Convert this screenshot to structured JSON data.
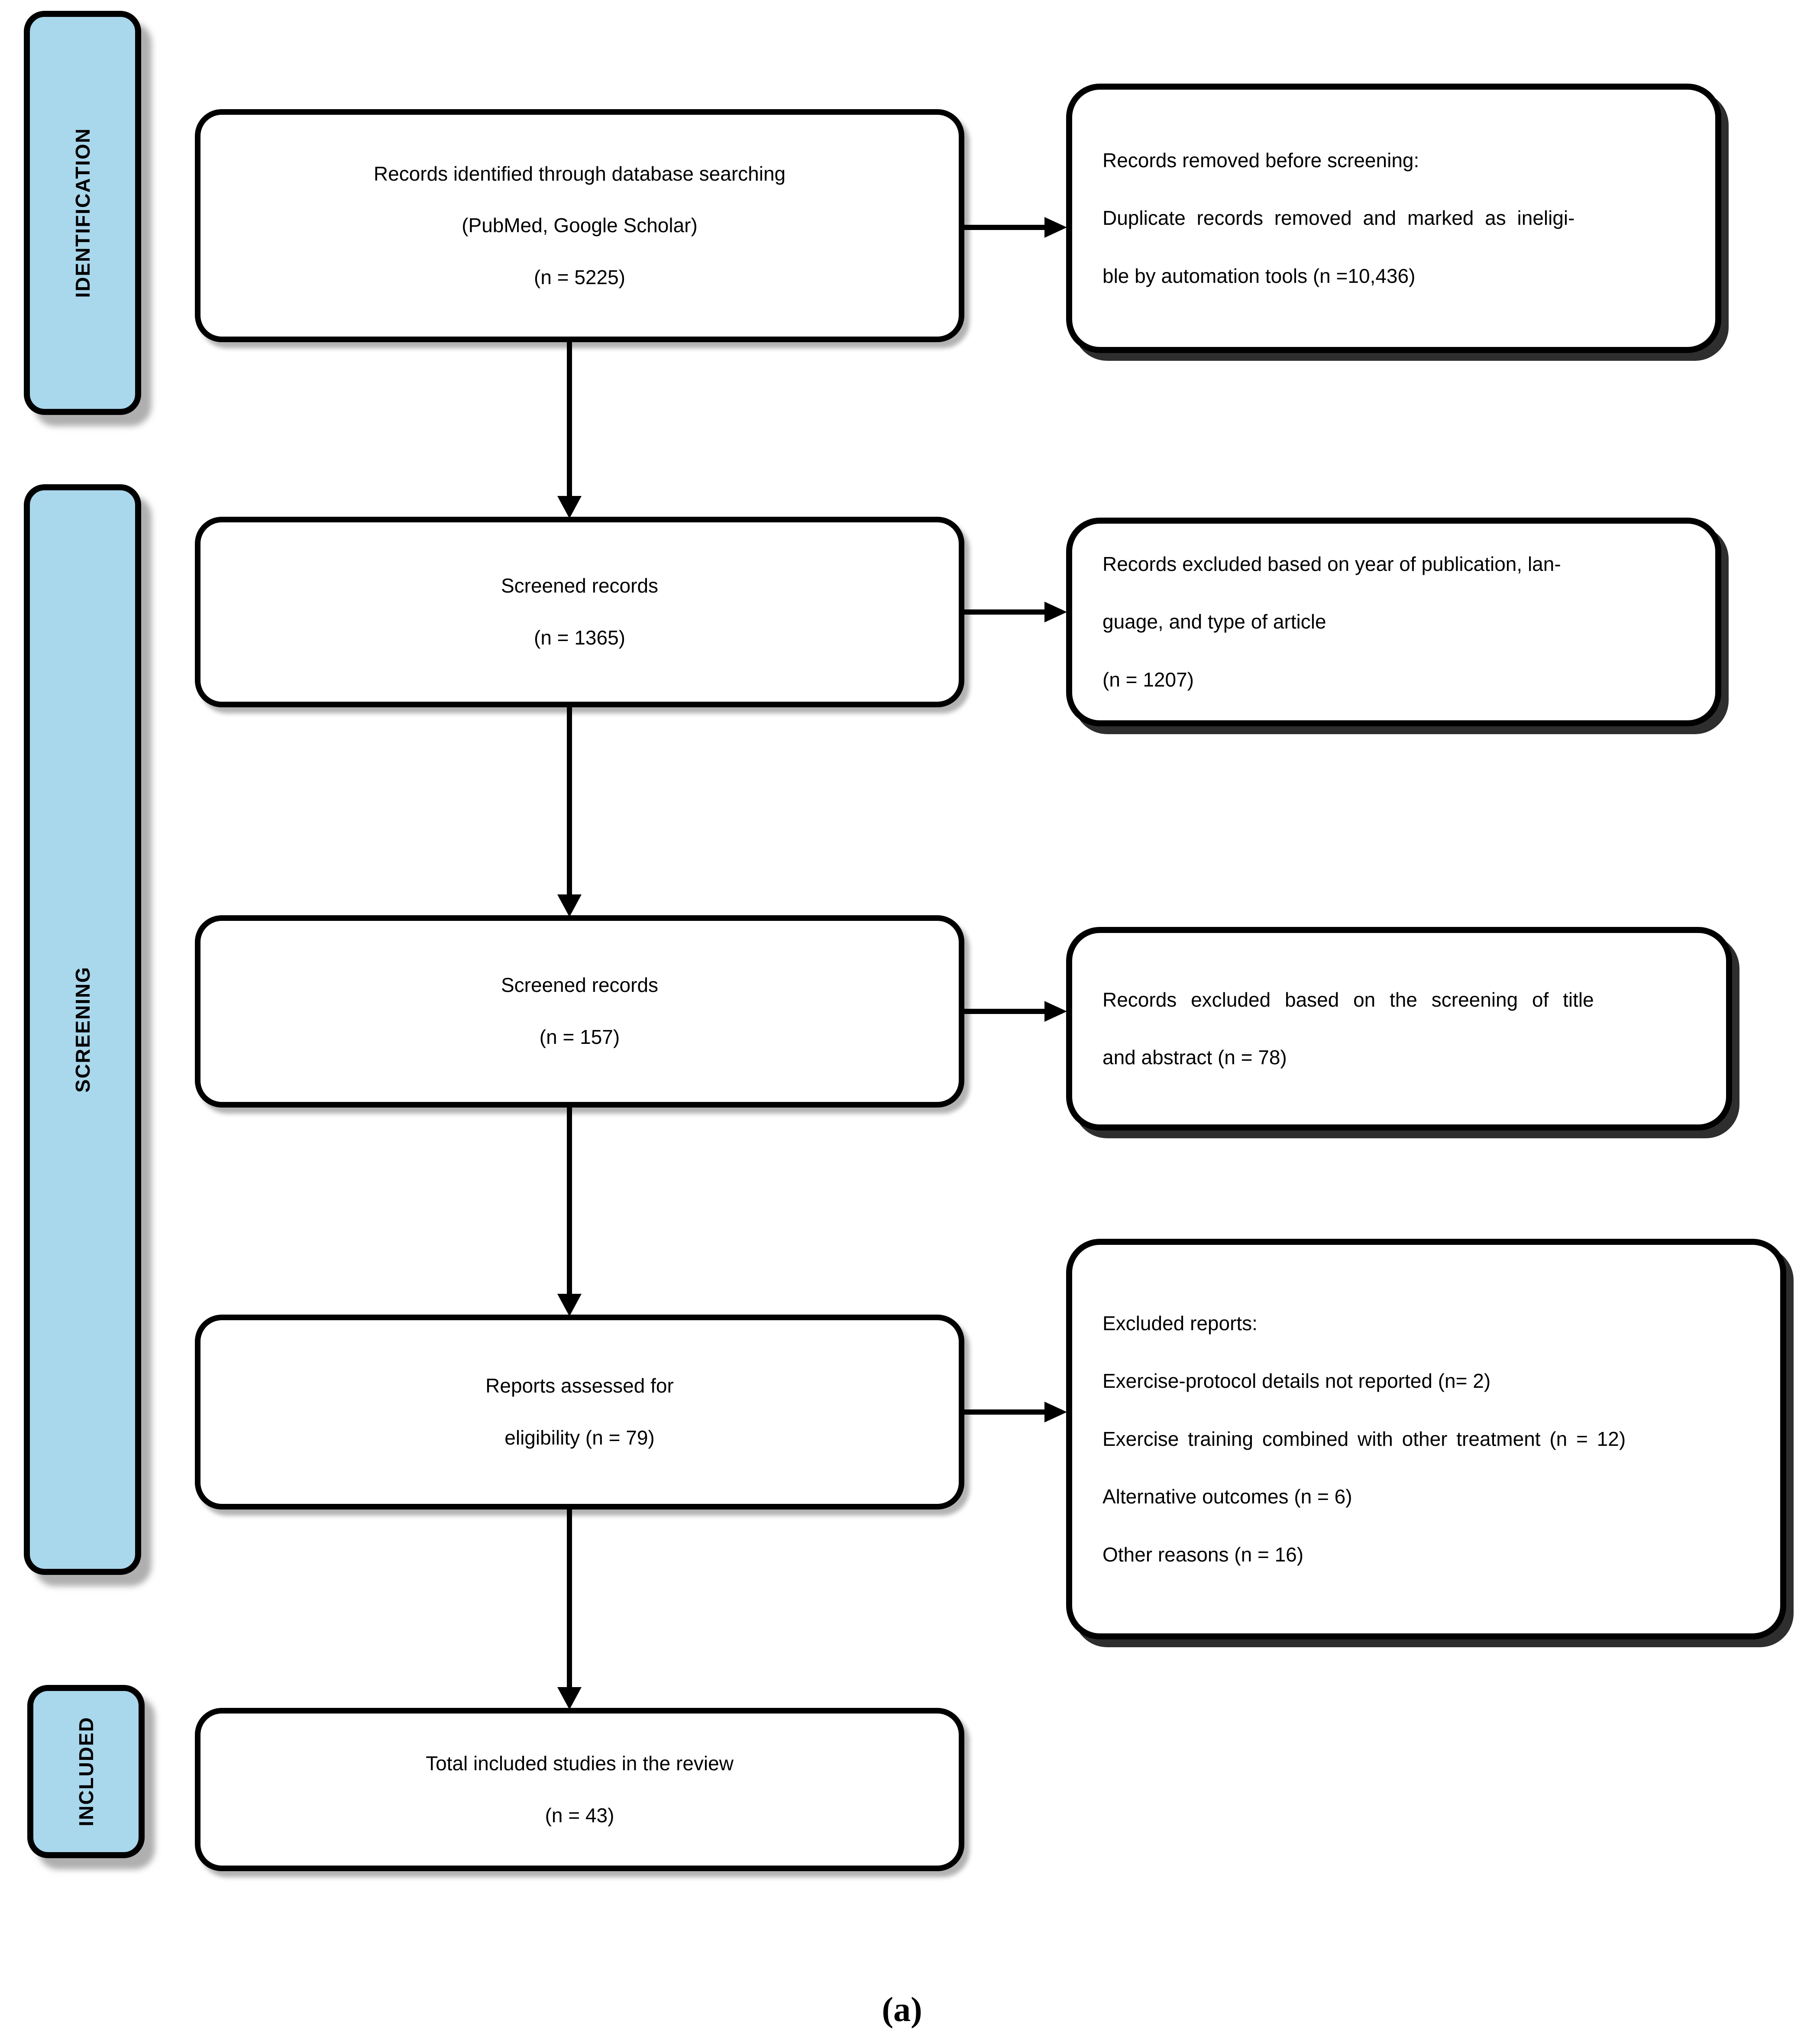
{
  "stages": [
    {
      "label": "IDENTIFICATION"
    },
    {
      "label": "SCREENING"
    },
    {
      "label": "INCLUDED"
    }
  ],
  "main_boxes": [
    {
      "lines": [
        "Records identified through database searching",
        "(PubMed, Google Scholar)",
        "(n = 5225)"
      ]
    },
    {
      "lines": [
        "Screened records",
        "(n = 1365)"
      ]
    },
    {
      "lines": [
        "Screened records",
        "(n = 157)"
      ]
    },
    {
      "lines": [
        "Reports assessed for",
        "eligibility (n = 79)"
      ]
    },
    {
      "lines": [
        "Total included studies in the review",
        "(n = 43)"
      ]
    }
  ],
  "side_boxes": [
    {
      "lines": [
        "Records removed before screening:",
        "Duplicate records removed and marked as ineligi-",
        "ble by automation tools (n =10,436)"
      ]
    },
    {
      "lines": [
        "Records excluded based on year of publication, lan-",
        "guage, and type of article",
        "(n = 1207)"
      ]
    },
    {
      "lines": [
        "Records excluded based on the screening of title",
        "and abstract (n = 78)"
      ]
    },
    {
      "lines": [
        "Excluded reports:",
        "Exercise-protocol details not reported (n= 2)",
        "Exercise training combined with other treatment (n = 12)",
        "Alternative outcomes (n = 6)",
        "Other reasons (n = 16)"
      ]
    }
  ],
  "caption": "(a)",
  "colors": {
    "stage_fill": "#A9D7EC",
    "stroke": "#000000",
    "background": "#FFFFFF"
  }
}
